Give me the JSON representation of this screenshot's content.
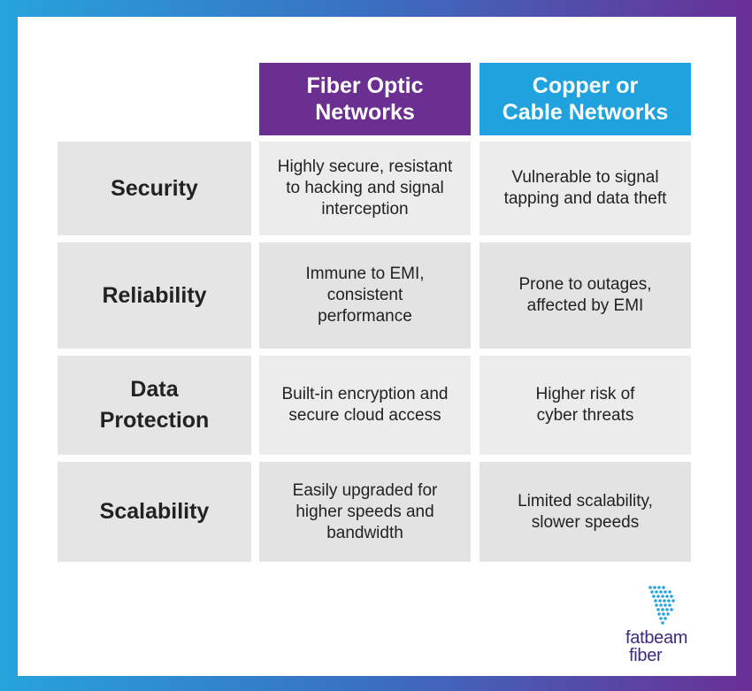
{
  "headers": {
    "fiber": "Fiber Optic\nNetworks",
    "copper": "Copper or\nCable Networks"
  },
  "rows": [
    {
      "label": "Security",
      "fiber": "Highly secure, resistant\nto hacking and signal\ninterception",
      "copper": "Vulnerable to signal\ntapping and data theft"
    },
    {
      "label": "Reliability",
      "fiber": "Immune to EMI,\nconsistent\nperformance",
      "copper": "Prone to outages,\naffected by EMI"
    },
    {
      "label": "Data\nProtection",
      "fiber": "Built-in encryption and\nsecure cloud access",
      "copper": "Higher risk of\ncyber threats"
    },
    {
      "label": "Scalability",
      "fiber": "Easily upgraded for\nhigher speeds and\nbandwidth",
      "copper": "Limited scalability,\nslower speeds"
    }
  ],
  "logo": {
    "line1": "fatbeam",
    "line2": "fiber",
    "icon": "dot-beam-logo-icon",
    "colors": {
      "dots": "#27a3dc",
      "text": "#3d2a7d"
    }
  },
  "colors": {
    "fiber_header": "#6a2f91",
    "copper_header": "#1fa2dd",
    "gradient_left": "#27a3dc",
    "gradient_right": "#6a2f96"
  }
}
